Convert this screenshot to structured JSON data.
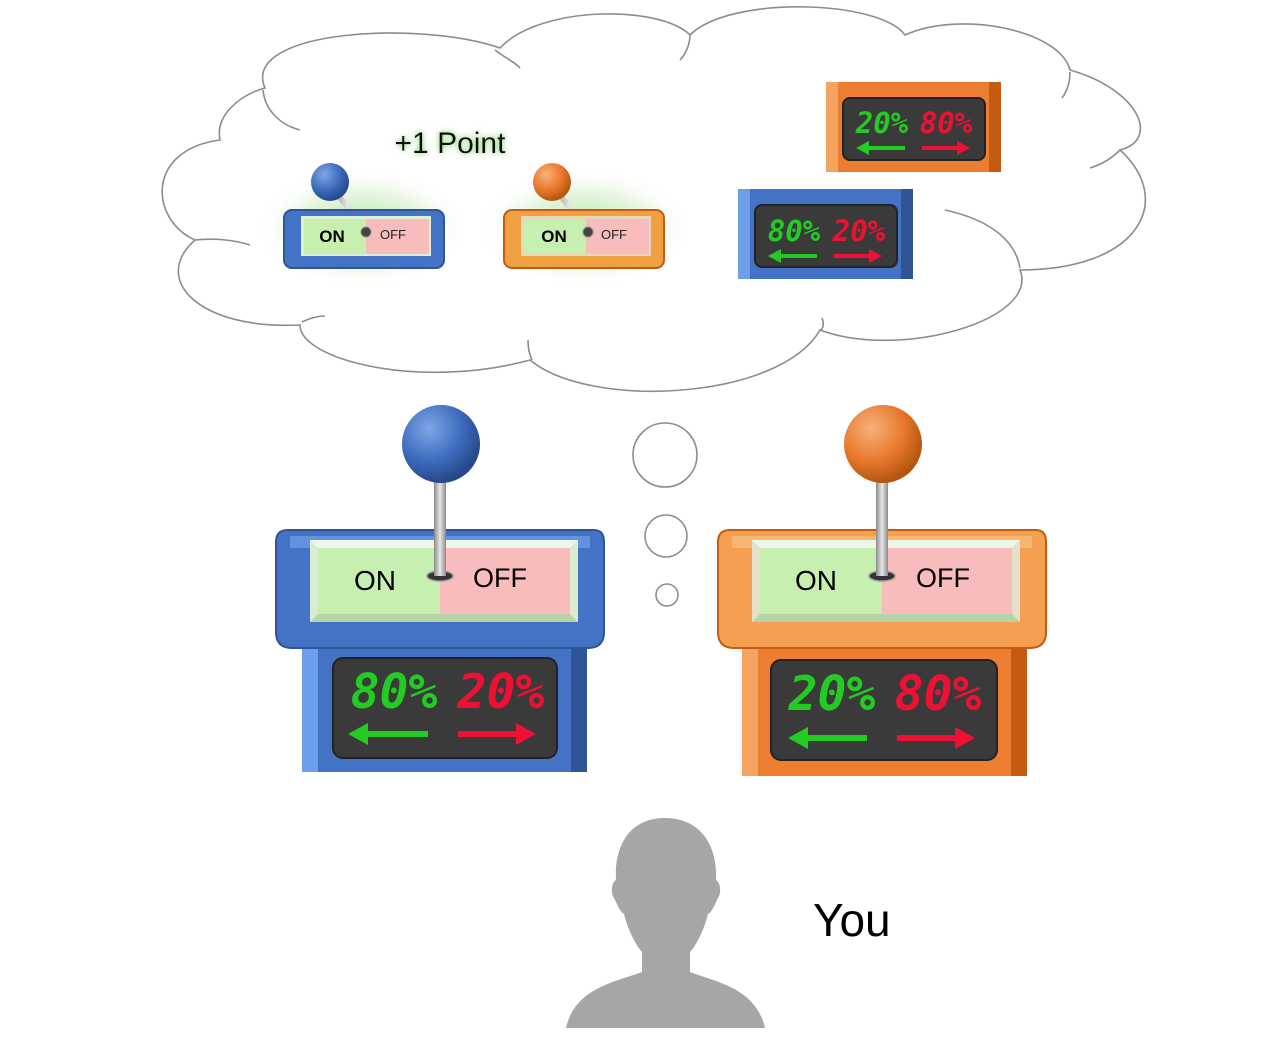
{
  "thought": {
    "reward_text": "+1 Point",
    "machines": [
      {
        "id": "blue",
        "on_label": "ON",
        "off_label": "OFF",
        "lever": "on"
      },
      {
        "id": "orange",
        "on_label": "ON",
        "off_label": "OFF",
        "lever": "on"
      }
    ],
    "displays": [
      {
        "id": "orange",
        "left_pct": "20%",
        "right_pct": "80%"
      },
      {
        "id": "blue",
        "left_pct": "80%",
        "right_pct": "20%"
      }
    ]
  },
  "machines": [
    {
      "id": "blue",
      "on_label": "ON",
      "off_label": "OFF",
      "left_pct": "80%",
      "right_pct": "20%"
    },
    {
      "id": "orange",
      "on_label": "ON",
      "off_label": "OFF",
      "left_pct": "20%",
      "right_pct": "80%"
    }
  ],
  "person": {
    "label": "You"
  },
  "colors": {
    "blue_body": "#4472c4",
    "blue_light": "#6d9eeb",
    "blue_dark": "#2f5597",
    "orange_body": "#ed7d31",
    "orange_light": "#f4a460",
    "orange_dark": "#c55a11",
    "on_green": "#c6efb0",
    "off_red": "#f8bcbc",
    "display_bg": "#3a3a3a",
    "digit_green": "#22cc22",
    "digit_red": "#ee1133",
    "person_grey": "#a6a6a6",
    "glow_green": "#9ed98a"
  }
}
